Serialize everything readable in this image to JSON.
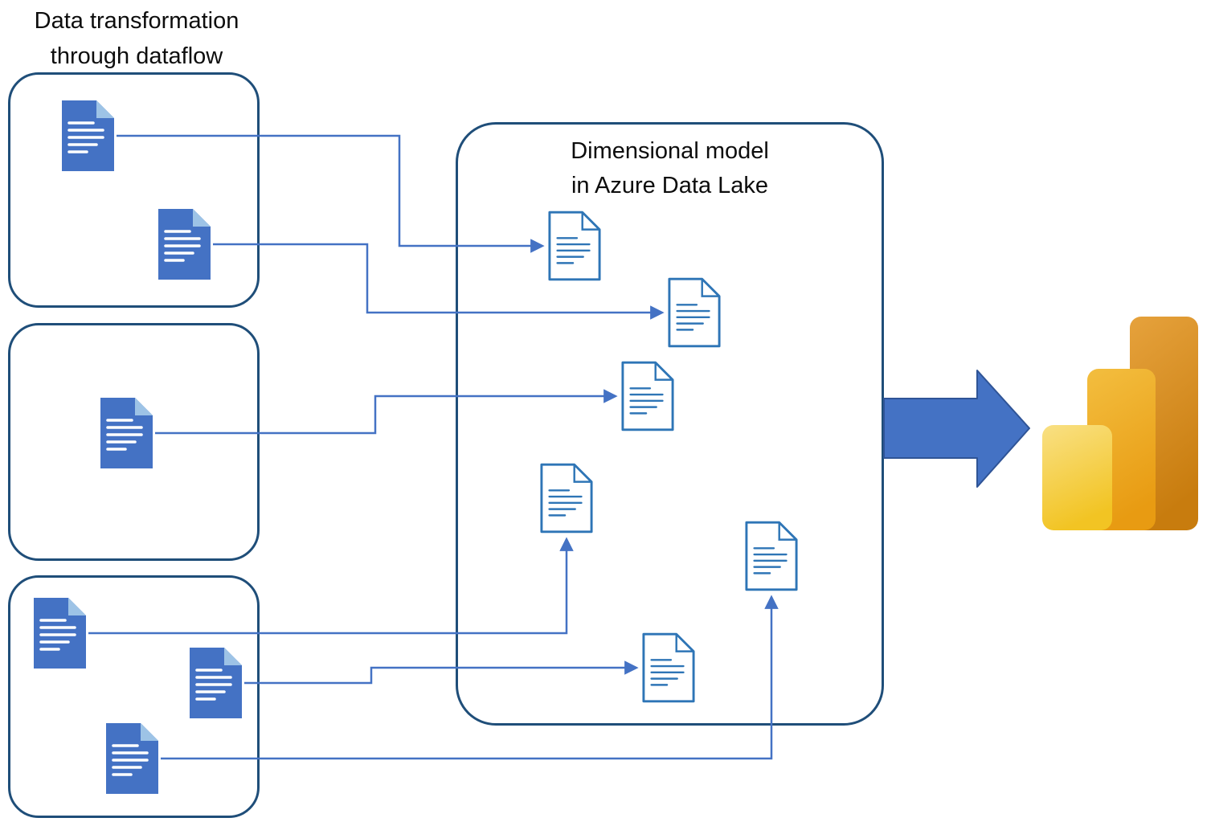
{
  "dataflow_panel": {
    "title_lines": [
      "Data transformation",
      "through dataflow"
    ],
    "groups": [
      {
        "document_count": 2
      },
      {
        "document_count": 1
      },
      {
        "document_count": 3
      }
    ]
  },
  "model_panel": {
    "title_lines": [
      "Dimensional model",
      "in Azure Data Lake"
    ],
    "document_count": 6
  },
  "flows": {
    "arrow_count": 6
  },
  "icons": {
    "source_document": "document-icon",
    "model_document": "document-outline-icon",
    "connector": "flow-arrow-icon",
    "output_arrow": "right-block-arrow-icon",
    "output_logo": "power-bi-logo-icon"
  },
  "colors": {
    "document_fill": "#4472C4",
    "document_fold": "#9DC3E6",
    "document_outline": "#2E75B6",
    "box_border": "#1F4E79",
    "flow_arrow": "#4472C4",
    "block_arrow": "#4472C4",
    "powerbi_light_yellow": "#F9E084",
    "powerbi_gold": "#F2C811",
    "powerbi_amber": "#D9910F",
    "background": "#FFFFFF"
  }
}
